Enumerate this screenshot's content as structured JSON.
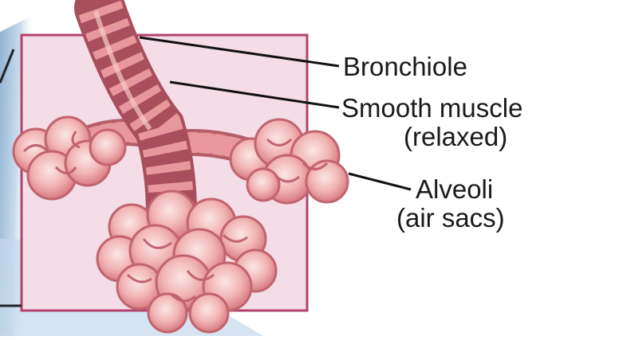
{
  "labels": {
    "bronchiole": "Bronchiole",
    "smooth_muscle": "Smooth muscle",
    "smooth_muscle_state": "(relaxed)",
    "alveoli": "Alveoli",
    "alveoli_note": "(air sacs)"
  },
  "colors": {
    "background_panel": "#f4dde7",
    "panel_border": "#b2436d",
    "tissue": "#e8989c",
    "muscle_band": "#b65d6a",
    "sac_highlight": "#f8dcdc",
    "blue_shade": "#b9d2e6"
  }
}
